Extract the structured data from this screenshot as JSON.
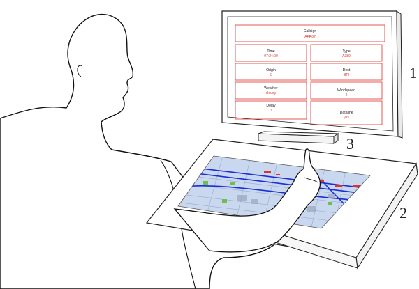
{
  "monitor": {
    "fields": [
      {
        "label": "Callsign",
        "value": "AFR07"
      },
      {
        "label": "Time",
        "value": "07:24:00"
      },
      {
        "label": "Type",
        "value": "A380"
      },
      {
        "label": "Origin",
        "value": "SI"
      },
      {
        "label": "Dest",
        "value": "BFI"
      },
      {
        "label": "Weather",
        "value": "cloudy"
      },
      {
        "label": "Windspeed",
        "value": "2"
      },
      {
        "label": "Delay",
        "value": "1"
      },
      {
        "label": "Datalink",
        "value": "yes"
      }
    ]
  },
  "callouts": {
    "monitor": "1",
    "tabletop": "2",
    "sensor": "3"
  },
  "colors": {
    "monitor_border": "#e0302a",
    "map_route": "#1a2fd6",
    "map_base": "#c9d7ef",
    "map_highlight": "#6cc04a"
  }
}
